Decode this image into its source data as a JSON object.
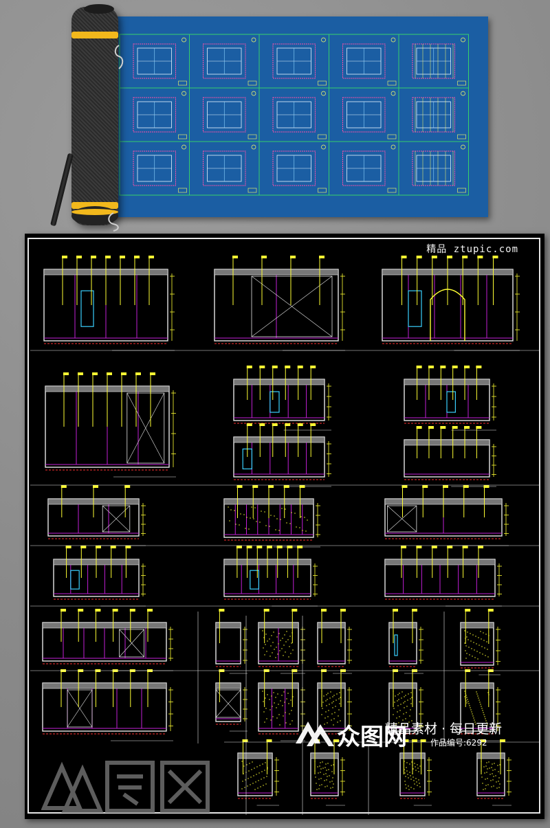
{
  "page": {
    "background": "#8f8f8f"
  },
  "blueprint": {
    "sheet_color": "#1b5ea3",
    "line_color": "#39d36b",
    "band_color": "#f2b81c",
    "panel_rows": 3,
    "panel_cols": 5
  },
  "board": {
    "background": "#000000",
    "site_url": "精品 ztupic.com",
    "palette": [
      "#ffff33",
      "#e6e6e6",
      "#c21fd6",
      "#3ad0ff",
      "#ff3030",
      "#2fd36a"
    ]
  },
  "watermark": {
    "logo_text": "众图网",
    "slogan": "精品素材 · 每日更新",
    "code": "作品编号:6292",
    "icon": "ztupic-logo-icon"
  }
}
